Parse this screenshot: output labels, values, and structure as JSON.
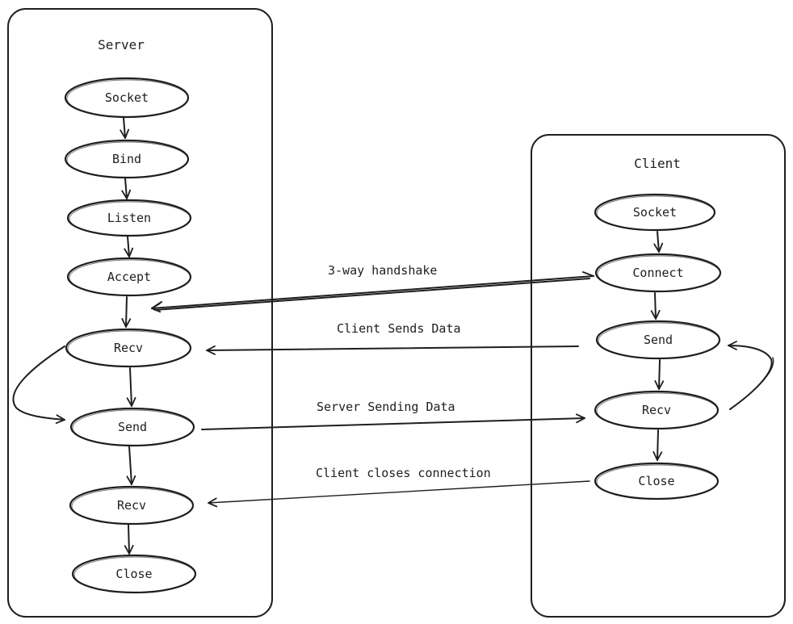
{
  "server": {
    "title": "Server",
    "nodes": [
      "Socket",
      "Bind",
      "Listen",
      "Accept",
      "Recv",
      "Send",
      "Recv",
      "Close"
    ]
  },
  "client": {
    "title": "Client",
    "nodes": [
      "Socket",
      "Connect",
      "Send",
      "Recv",
      "Close"
    ]
  },
  "messages": {
    "handshake": "3-way handshake",
    "client_sends": "Client Sends Data",
    "server_sends": "Server Sending Data",
    "client_closes": "Client closes connection"
  },
  "colors": {
    "stroke": "#1e1e1e",
    "background": "#ffffff"
  }
}
